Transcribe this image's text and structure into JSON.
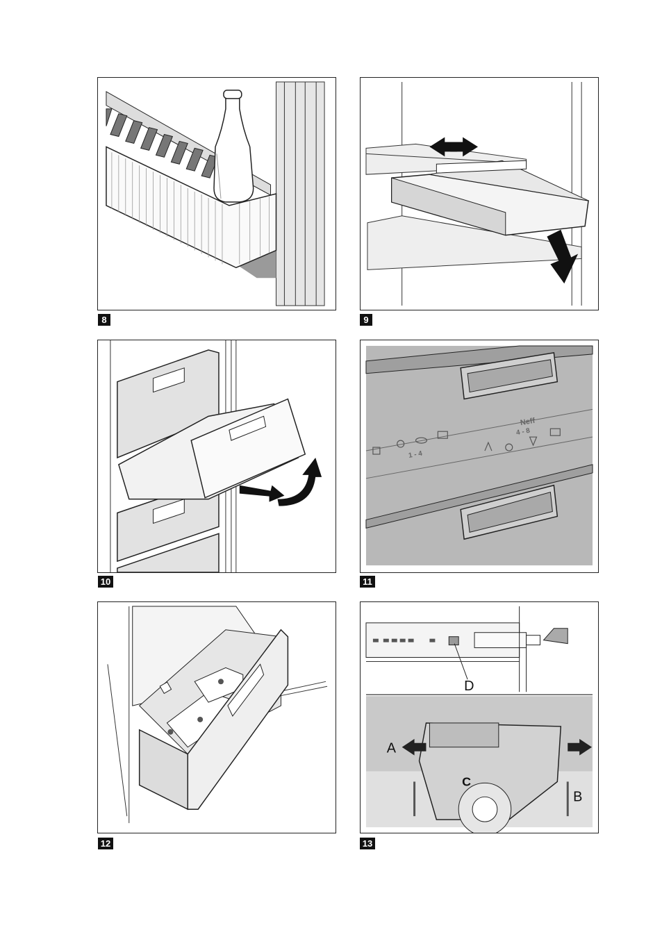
{
  "figures": [
    {
      "number": "8",
      "caption": ""
    },
    {
      "number": "9",
      "caption": ""
    },
    {
      "number": "10",
      "caption": ""
    },
    {
      "number": "11",
      "caption": ""
    },
    {
      "number": "12",
      "caption": ""
    },
    {
      "number": "13",
      "caption": ""
    }
  ],
  "fig11": {
    "brand": "Neff",
    "range_high": "4 - 8",
    "range_low": "1 - 4"
  },
  "fig13": {
    "label_a": "A",
    "label_b": "B",
    "label_c": "C",
    "label_d": "D"
  },
  "colors": {
    "line": "#222222",
    "panel_gray": "#b8b8b8",
    "arrow": "#1a1a1a"
  }
}
